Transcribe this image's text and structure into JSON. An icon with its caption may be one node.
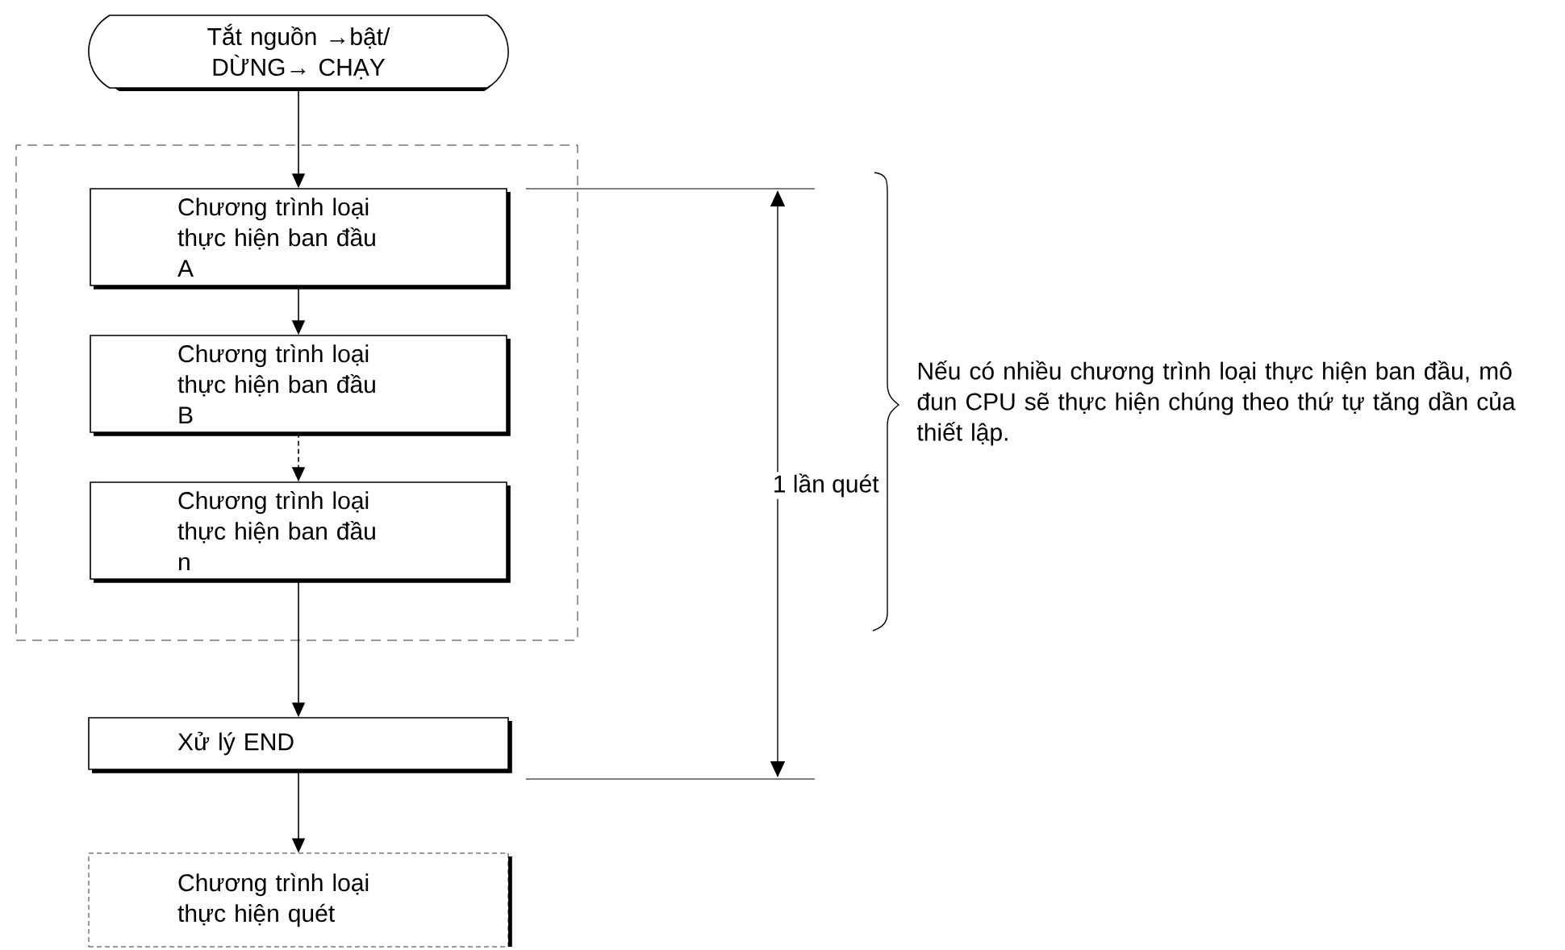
{
  "diagram": {
    "nodes": [
      {
        "text": [
          "Tắt nguồn →bật/ DỪNG→ CHẠY"
        ]
      },
      {
        "text": [],
        "shape": "box"
      },
      {
        "text": [
          "Chương trình loại thực hiện ban đầu A"
        ],
        "in": 1
      },
      {
        "text": [
          "Chương trình loại thực hiện ban đầu B"
        ],
        "in": 1
      },
      {
        "text": [
          "Chương trình loại thực hiện ban đầu n"
        ],
        "in": 1
      },
      {
        "text": [
          "Xử lý END"
        ]
      },
      {
        "text": [
          "Chương trình loại thực hiện quét"
        ]
      }
    ],
    "edges": [
      {
        "from": 0,
        "to": 2,
        "arrow": "to"
      },
      {
        "from": 2,
        "to": 3,
        "arrow": "to"
      },
      {
        "from": 3,
        "to": 4,
        "arrow": "to",
        "style": "dashed"
      },
      {
        "from": 4,
        "to": 5,
        "arrow": "to"
      },
      {
        "from": 5,
        "to": 6,
        "arrow": "to"
      }
    ],
    "labels": [
      "1 lần quét",
      "Nếu có nhiều chương trình loại thực hiện ban đầu, mô đun CPU sẽ thực hiện chúng theo thứ tự tăng dần của thiết lập."
    ]
  }
}
